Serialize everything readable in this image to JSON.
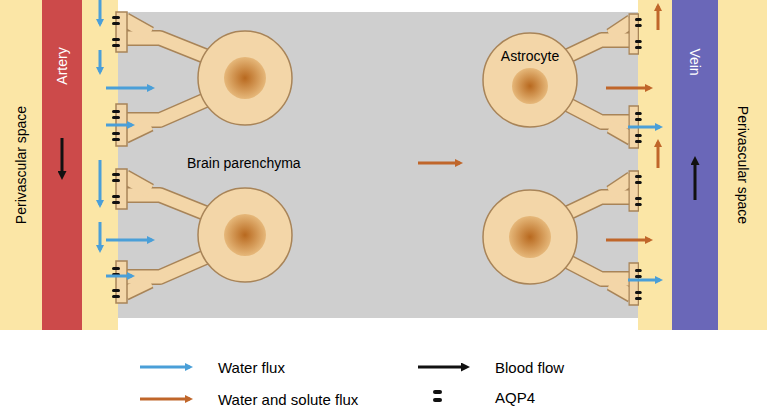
{
  "diagram": {
    "nodes": [
      {
        "text": [
          "Perivascular space"
        ]
      },
      {
        "text": [
          "Artery"
        ]
      },
      {
        "text": [
          "Brain parenchyma"
        ]
      },
      {
        "text": [
          "Astrocyte"
        ],
        "in": 2
      },
      {
        "text": [
          "Vein"
        ]
      },
      {
        "text": [
          "Perivascular space"
        ]
      }
    ],
    "legend": [
      {
        "text": "Water flux"
      },
      {
        "text": "Water and solute flux"
      },
      {
        "text": "Blood flow"
      },
      {
        "text": "AQP4"
      }
    ]
  }
}
